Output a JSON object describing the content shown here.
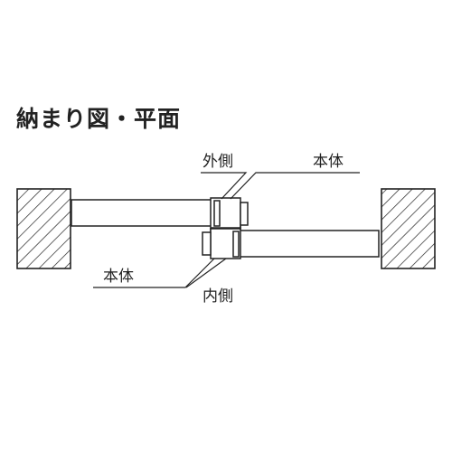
{
  "title": "納まり図・平面",
  "labels": {
    "outer_side": "外側",
    "body_upper": "本体",
    "body_lower": "本体",
    "inner_side": "内側"
  },
  "colors": {
    "line": "#222222",
    "background": "#ffffff"
  }
}
